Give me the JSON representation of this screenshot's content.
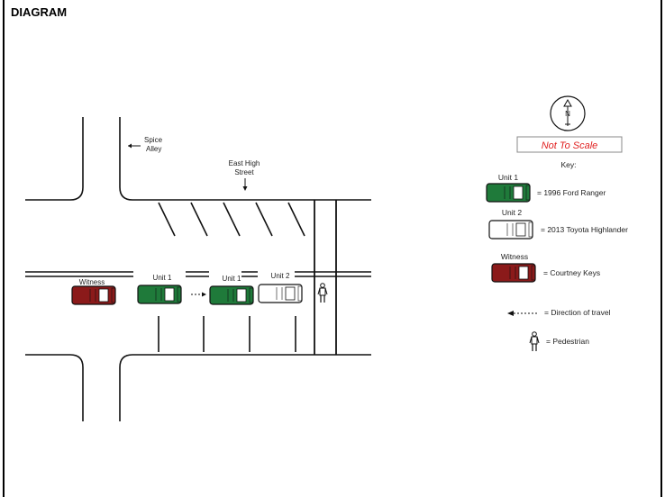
{
  "header": {
    "title": "DIAGRAM"
  },
  "streets": {
    "alley": [
      "Spice",
      "Alley"
    ],
    "main": [
      "East High",
      "Street"
    ]
  },
  "vehicle_labels": {
    "witness": "Witness",
    "unit1_start": "Unit 1",
    "unit1_end": "Unit 1",
    "unit2": "Unit 2"
  },
  "compass": {
    "letter": "N"
  },
  "scale_note": "Not To Scale",
  "key": {
    "title": "Key:",
    "unit1_label": "Unit 1",
    "unit1_desc": "= 1996 Ford Ranger",
    "unit2_label": "Unit 2",
    "unit2_desc": "= 2013 Toyota Highlander",
    "witness_label": "Witness",
    "witness_desc": "= Courtney Keys",
    "direction_desc": "= Direction of travel",
    "pedestrian_desc": "= Pedestrian"
  },
  "colors": {
    "unit1": "#1f7a3a",
    "unit2": "#ffffff",
    "witness": "#8b1a1a",
    "scale_note": "#e02020"
  }
}
